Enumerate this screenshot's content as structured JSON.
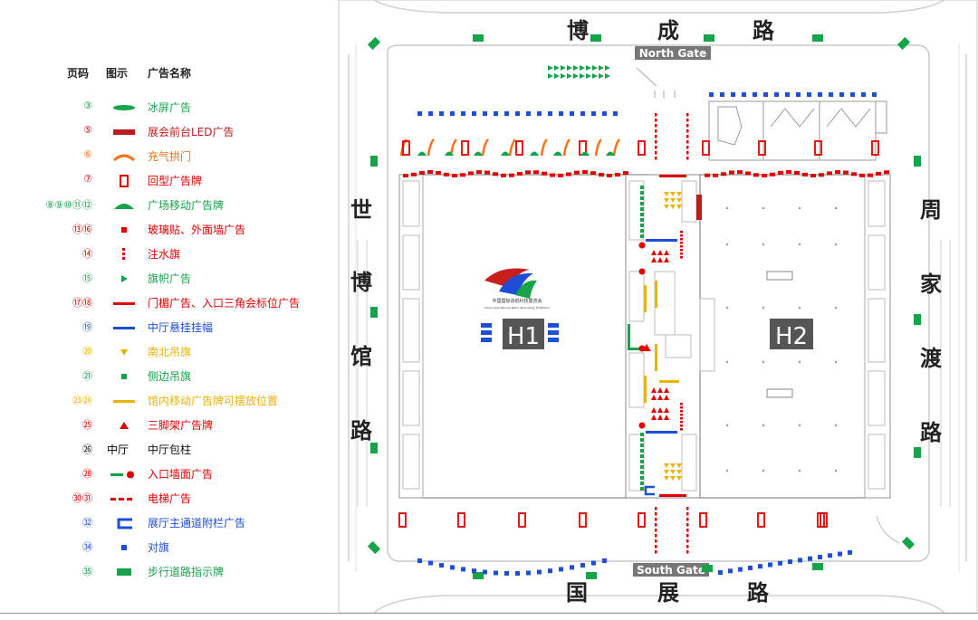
{
  "legend": {
    "headers": {
      "page": "页码",
      "icon": "图示",
      "name": "广告名称"
    },
    "items": [
      {
        "num": "③",
        "sym": "ice",
        "color": "#16a34a",
        "text": "冰屏广告"
      },
      {
        "num": "⑤",
        "sym": "led",
        "color": "#b91c1c",
        "text": "展会前台LED广告"
      },
      {
        "num": "⑥",
        "sym": "arch",
        "color": "#f97316",
        "text": "充气拱门"
      },
      {
        "num": "⑦",
        "sym": "frame",
        "color": "#e00000",
        "text": "回型广告牌"
      },
      {
        "num": "⑧⑨⑩⑪⑫",
        "sym": "mound",
        "color": "#16a34a",
        "text": "广场移动广告牌"
      },
      {
        "num": "⑬⑯",
        "sym": "sq-red",
        "color": "#e00000",
        "text": "玻璃贴、外面墙广告"
      },
      {
        "num": "⑭",
        "sym": "vdash",
        "color": "#e00000",
        "text": "注水旗"
      },
      {
        "num": "⑮",
        "sym": "tri-right",
        "color": "#16a34a",
        "text": "旗帜广告"
      },
      {
        "num": "⑰⑱",
        "sym": "line-red",
        "color": "#e00000",
        "text": "门楣广告、入口三角会标位广告"
      },
      {
        "num": "⑲",
        "sym": "line-blue",
        "color": "#1d4ed8",
        "text": "中厅悬挂挂幅"
      },
      {
        "num": "⑳",
        "sym": "tri-down",
        "color": "#eab308",
        "text": "南北吊旗"
      },
      {
        "num": "㉑",
        "sym": "sq-green",
        "color": "#16a34a",
        "text": "侧边吊旗"
      },
      {
        "num": "㉓㉔",
        "sym": "line-yellow",
        "color": "#eab308",
        "text": "馆内移动广告牌可摆放位置"
      },
      {
        "num": "㉕",
        "sym": "tri-up",
        "color": "#e00000",
        "text": "三脚架广告牌"
      },
      {
        "num": "㉖",
        "sym": "text",
        "symText": "中厅",
        "color": "#111111",
        "text": "中厅包柱"
      },
      {
        "num": "㉘",
        "sym": "line-dot",
        "color": "#e00000",
        "text": "入口墙面广告"
      },
      {
        "num": "㉚㉛",
        "sym": "dashed-red",
        "color": "#e00000",
        "text": "电梯广告"
      },
      {
        "num": "㉜",
        "sym": "bracket",
        "color": "#1d4ed8",
        "text": "展厅主通道附栏广告"
      },
      {
        "num": "㉞",
        "sym": "sq-blue",
        "color": "#1d4ed8",
        "text": "对旗"
      },
      {
        "num": "㉟",
        "sym": "rect-green",
        "color": "#16a34a",
        "text": "步行道路指示牌"
      }
    ]
  },
  "map": {
    "roads": {
      "north": [
        "博",
        "成",
        "路"
      ],
      "south": [
        "国",
        "展",
        "路"
      ],
      "west": [
        "世",
        "博",
        "馆",
        "路"
      ],
      "east": [
        "周",
        "家",
        "渡",
        "路"
      ]
    },
    "gates": {
      "north": "North Gate",
      "south": "South Gate"
    },
    "halls": {
      "h1": "H1",
      "h2": "H2"
    },
    "logo": {
      "line1": "中国国际造纸科技展览会",
      "line2": "China International Paper Technology Exhibition"
    }
  }
}
